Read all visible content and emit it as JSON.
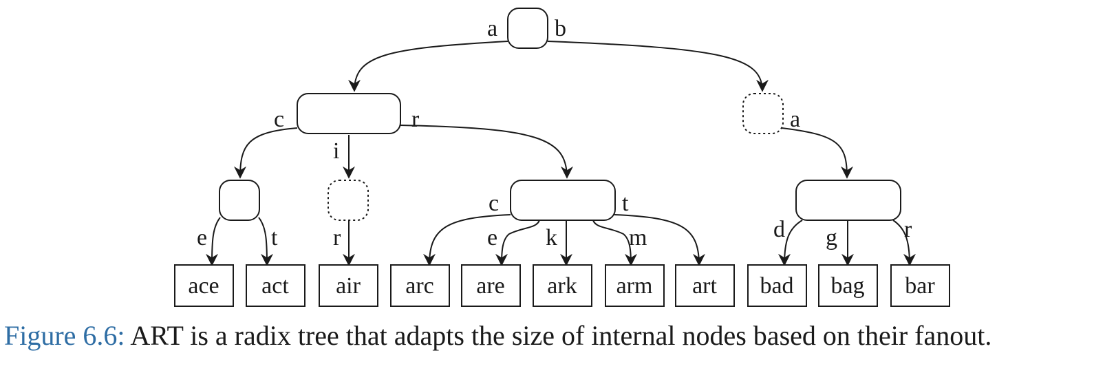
{
  "edge_labels": {
    "root_a": "a",
    "root_b": "b",
    "n1_c": "c",
    "n1_i": "i",
    "n1_r": "r",
    "n2_a": "a",
    "n3_e": "e",
    "n3_t": "t",
    "n4_r": "r",
    "n5_c": "c",
    "n5_e": "e",
    "n5_k": "k",
    "n5_m": "m",
    "n5_t": "t",
    "n6_d": "d",
    "n6_g": "g",
    "n6_r": "r"
  },
  "leaves": [
    "ace",
    "act",
    "air",
    "arc",
    "are",
    "ark",
    "arm",
    "art",
    "bad",
    "bag",
    "bar"
  ],
  "caption": {
    "prefix": "Figure 6.6:",
    "text": " ART is a radix tree that adapts the size of internal nodes based on their fanout."
  },
  "colors": {
    "caption_prefix": "#2e6da4",
    "ink": "#1a1a1a"
  }
}
